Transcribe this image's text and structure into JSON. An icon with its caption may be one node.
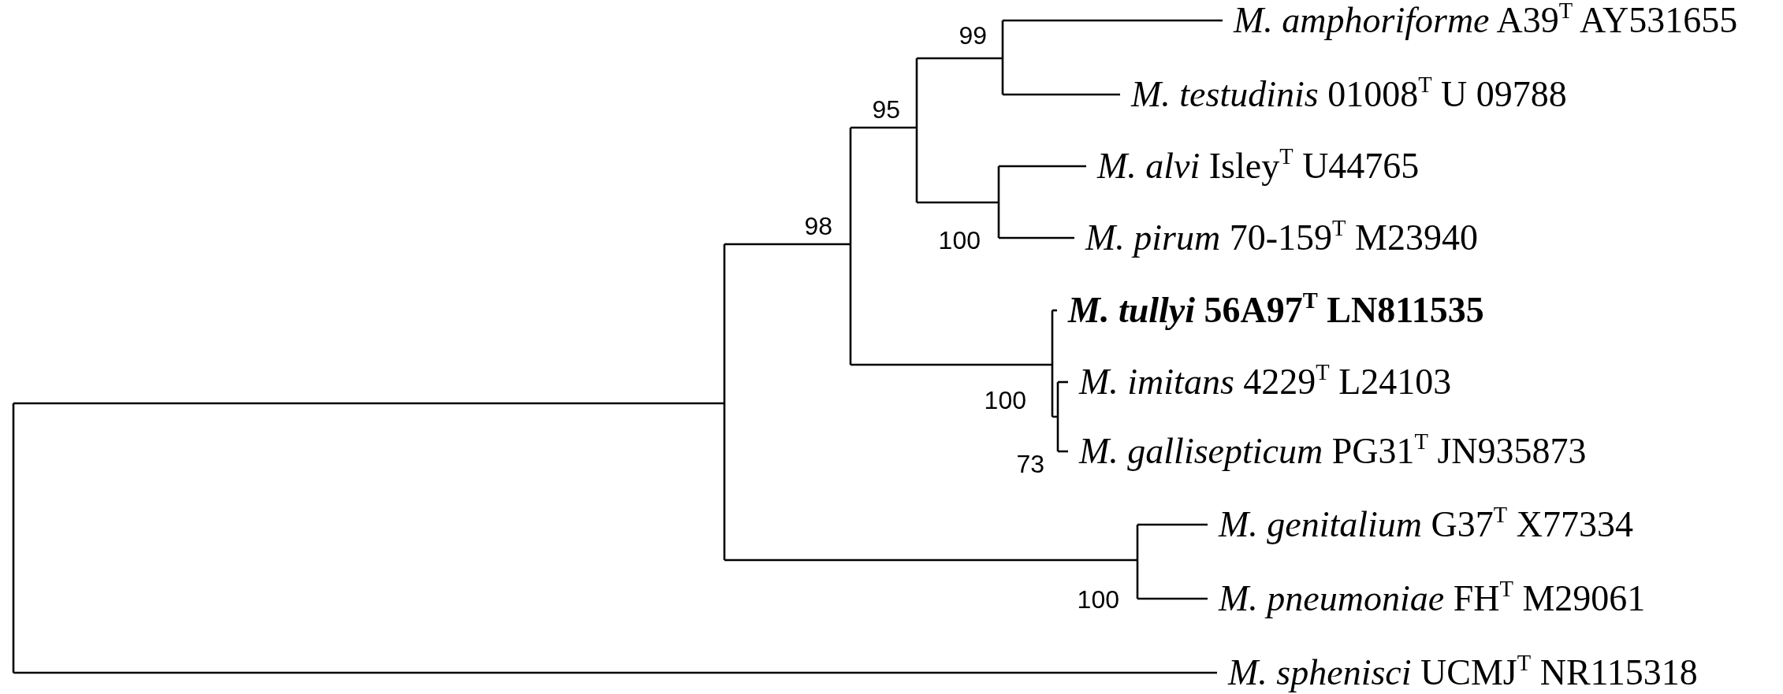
{
  "diagram": {
    "nodes": [
      {
        "text": [
          "*M. amphoriforme* A39$^{T}$ AY531655"
        ]
      },
      {
        "text": [
          "*M. testudinis* 01008$^{T}$ U 09788"
        ]
      },
      {
        "text": [
          "*M. alvi* Isley$^{T}$ U44765"
        ]
      },
      {
        "text": [
          "*M. pirum* 70-159$^{T}$ M23940"
        ]
      },
      {
        "text": [
          "*M. tullyi* 56A97$^{T}$ LN811535"
        ]
      },
      {
        "text": [
          "*M. imitans* 4229$^{T}$ L24103"
        ]
      },
      {
        "text": [
          "*M. gallisepticum* PG31$^{T}$ JN935873"
        ]
      },
      {
        "text": [
          "*M. genitalium* G37$^{T}$ X77334"
        ]
      },
      {
        "text": [
          "*M. pneumoniae* FH$^{T}$ M29061"
        ]
      },
      {
        "text": [
          "*M. sphenisci* UCMJ$^{T}$ NR115318"
        ]
      }
    ],
    "edges": [
      {
        "from": null,
        "to": 0,
        "arrow": "none"
      },
      {
        "from": null,
        "to": 1,
        "arrow": "none"
      },
      {
        "from": null,
        "to": 2,
        "arrow": "none"
      },
      {
        "from": null,
        "to": 3,
        "arrow": "none"
      },
      {
        "from": null,
        "to": 4,
        "arrow": "none"
      },
      {
        "from": null,
        "to": 5,
        "arrow": "none"
      },
      {
        "from": null,
        "to": 6,
        "arrow": "none"
      },
      {
        "from": null,
        "to": 7,
        "arrow": "none"
      },
      {
        "from": null,
        "to": 8,
        "arrow": "none"
      },
      {
        "from": null,
        "to": 9,
        "arrow": "none"
      }
    ],
    "labels": [
      "99",
      "95",
      "98",
      "100",
      "100",
      "73",
      "100"
    ]
  }
}
